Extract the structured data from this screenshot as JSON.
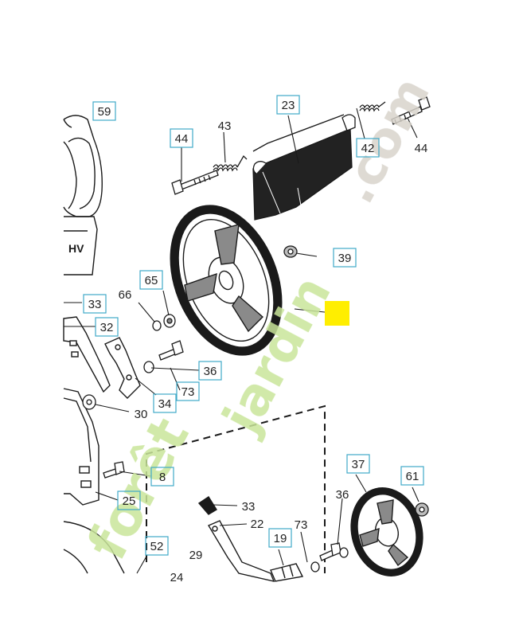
{
  "colors": {
    "line": "#1a1a1a",
    "label_box": "#3fa9c9",
    "highlight": "#ffee00",
    "watermark_green": "#c9e59a",
    "watermark_orange": "#f4c28a",
    "watermark_grey": "#d8d4cc"
  },
  "parts": {
    "p59": "59",
    "p23": "23",
    "p44a": "44",
    "p43": "43",
    "p42": "42",
    "p44b": "44",
    "p39": "39",
    "p65": "65",
    "p66": "66",
    "p33a": "33",
    "p32": "32",
    "p36a": "36",
    "p73a": "73",
    "p34": "34",
    "p30": "30",
    "p8": "8",
    "p25": "25",
    "p37": "37",
    "p61": "61",
    "p36b": "36",
    "p33b": "33",
    "p22": "22",
    "p73b": "73",
    "p19": "19",
    "p52": "52",
    "p29": "29",
    "p24": "24"
  },
  "engine_text": "HV",
  "watermark": {
    "part1": "forêt",
    "part2": "jardin",
    "part3": ".com"
  }
}
